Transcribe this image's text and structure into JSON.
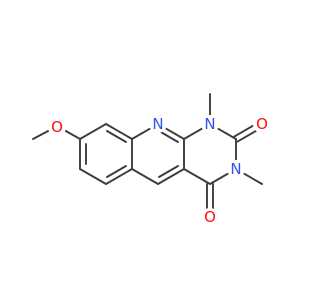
{
  "atoms": {
    "methoxy_oxygen": {
      "label": "O",
      "color": "#ff0d0d"
    },
    "ring_nitrogen": {
      "label": "N",
      "color": "#3050f8"
    },
    "n1_nitrogen": {
      "label": "N",
      "color": "#3050f8"
    },
    "n3_nitrogen": {
      "label": "N",
      "color": "#3050f8"
    },
    "c2_carbonyl_oxygen": {
      "label": "O",
      "color": "#ff0d0d"
    },
    "c4_carbonyl_oxygen": {
      "label": "O",
      "color": "#ff0d0d"
    }
  },
  "colors": {
    "bond": "#3c3c3c",
    "background": "#ffffff"
  }
}
